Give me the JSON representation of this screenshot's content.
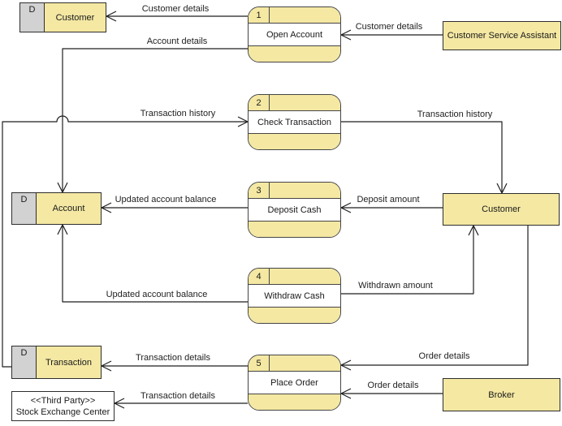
{
  "diagram_type": "data-flow-diagram",
  "colors": {
    "shape_fill": "#f4e8a3",
    "store_id_fill": "#d2d2d2",
    "process_border": "#454545",
    "line": "#1f1f1f",
    "background": "#ffffff"
  },
  "data_stores": [
    {
      "id": "D",
      "name": "Customer"
    },
    {
      "id": "D",
      "name": "Account"
    },
    {
      "id": "D",
      "name": "Transaction"
    }
  ],
  "processes": [
    {
      "number": "1",
      "name": "Open Account"
    },
    {
      "number": "2",
      "name": "Check Transaction"
    },
    {
      "number": "3",
      "name": "Deposit Cash"
    },
    {
      "number": "4",
      "name": "Withdraw Cash"
    },
    {
      "number": "5",
      "name": "Place Order"
    }
  ],
  "external_entities": [
    {
      "name": "Customer Service Assistant"
    },
    {
      "name": "Customer"
    },
    {
      "name": "Broker"
    }
  ],
  "third_party": {
    "stereotype": "<<Third Party>>",
    "name": "Stock Exchange Center"
  },
  "flows": [
    {
      "label": "Customer details",
      "from": "Open Account",
      "to": "Customer (data store)"
    },
    {
      "label": "Customer details",
      "from": "Customer Service Assistant",
      "to": "Open Account"
    },
    {
      "label": "Account details",
      "from": "Open Account",
      "to": "Account (data store)"
    },
    {
      "label": "Transaction history",
      "from": "Transaction (data store)",
      "to": "Check Transaction"
    },
    {
      "label": "Transaction history",
      "from": "Check Transaction",
      "to": "Customer"
    },
    {
      "label": "Updated account balance",
      "from": "Deposit Cash",
      "to": "Account (data store)"
    },
    {
      "label": "Deposit amount",
      "from": "Customer",
      "to": "Deposit Cash"
    },
    {
      "label": "Updated account balance",
      "from": "Withdraw Cash",
      "to": "Account (data store)"
    },
    {
      "label": "Withdrawn amount",
      "from": "Withdraw Cash",
      "to": "Customer"
    },
    {
      "label": "Order details",
      "from": "Customer",
      "to": "Place Order"
    },
    {
      "label": "Transaction details",
      "from": "Place Order",
      "to": "Transaction (data store)"
    },
    {
      "label": "Transaction details",
      "from": "Place Order",
      "to": "Stock Exchange Center"
    },
    {
      "label": "Order details",
      "from": "Broker",
      "to": "Place Order"
    }
  ]
}
